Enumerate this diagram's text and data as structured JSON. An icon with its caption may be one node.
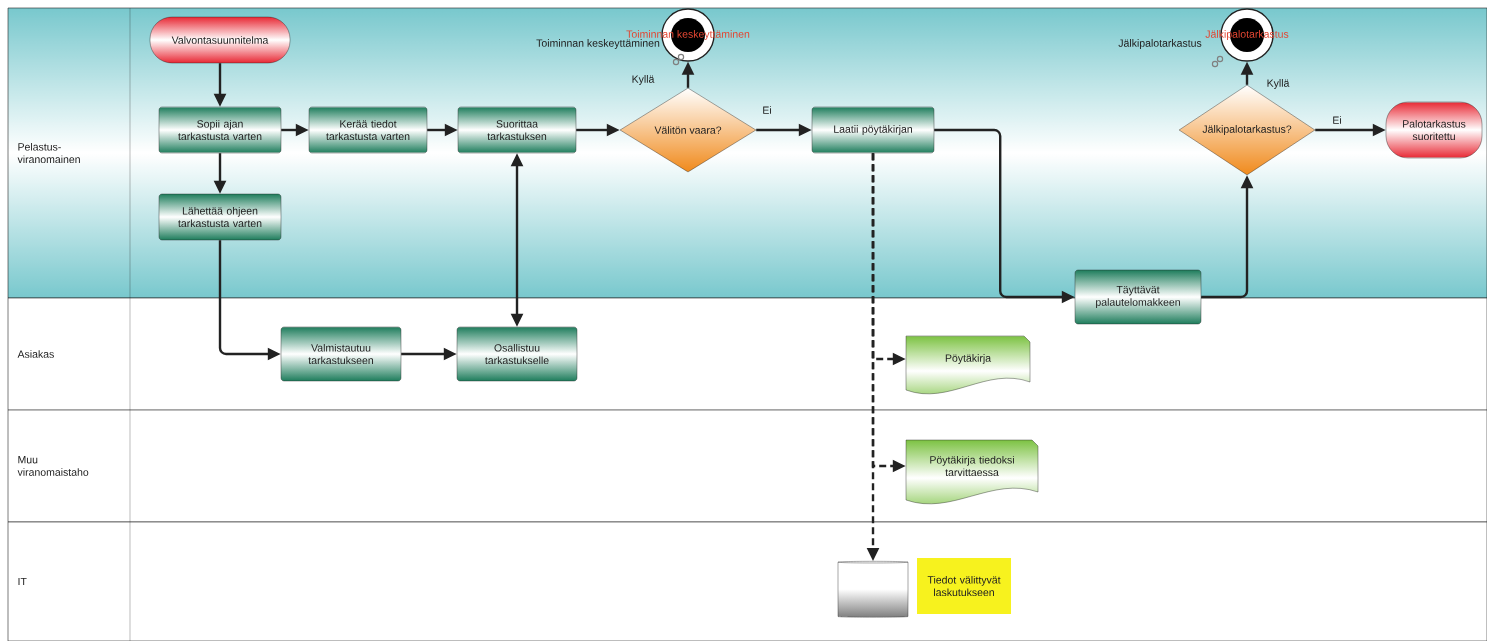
{
  "diagram": {
    "nodes": [
      {
        "text": [
          "Pelastus- viranomainen"
        ]
      },
      {
        "text": [
          "Asiakas"
        ]
      },
      {
        "text": [
          "Muu viranomaistaho"
        ]
      },
      {
        "text": [
          "IT"
        ]
      },
      {
        "text": [
          "Valvontasuunnitelma"
        ],
        "in": 0
      },
      {
        "text": [
          "Sopii ajan tarkastusta varten"
        ],
        "in": 0
      },
      {
        "text": [
          "Lähettää ohjeen tarkastusta varten"
        ],
        "in": 0
      },
      {
        "text": [
          "Kerää tiedot tarkastusta varten"
        ],
        "in": 0
      },
      {
        "text": [
          "Suorittaa tarkastuksen"
        ],
        "in": 0
      },
      {
        "text": [
          "Välitön vaara?"
        ],
        "in": 0
      },
      {
        "text": [
          "Toiminnan keskeyttäminen"
        ],
        "beside": [
          "Toiminnan keskeyttäminen"
        ],
        "in": 0
      },
      {
        "text": [
          "Laatii pöytäkirjan"
        ],
        "in": 0
      },
      {
        "text": [
          "Täyttävät palautelomakkeen"
        ]
      },
      {
        "text": [
          "Jälkipalotarkastus?"
        ],
        "in": 0
      },
      {
        "text": [
          "Jälkipalotarkastus"
        ],
        "beside": [
          "Jälkipalotarkastus"
        ],
        "in": 0
      },
      {
        "text": [
          "Palotarkastus suoritettu"
        ],
        "in": 0
      },
      {
        "text": [
          "Valmistautuu tarkastukseen"
        ],
        "in": 1
      },
      {
        "text": [
          "Osallistuu tarkastukselle"
        ],
        "in": 1
      },
      {
        "text": [
          "Pöytäkirja"
        ],
        "in": 1
      },
      {
        "text": [
          "Pöytäkirja tiedoksi tarvittaessa"
        ],
        "in": 2
      },
      {
        "text": [],
        "shape": "cylinder",
        "in": 3
      },
      {
        "text": [
          "Tiedot välittyvät laskutukseen"
        ],
        "in": 3
      }
    ],
    "edges": [
      {
        "from": 4,
        "to": 5,
        "arrow": "to"
      },
      {
        "from": 5,
        "to": 7,
        "arrow": "to"
      },
      {
        "from": 5,
        "to": 6,
        "arrow": "to"
      },
      {
        "from": 6,
        "to": 16,
        "arrow": "to"
      },
      {
        "from": 16,
        "to": 17,
        "arrow": "to"
      },
      {
        "from": 17,
        "to": 8,
        "arrow": "both"
      },
      {
        "from": 7,
        "to": 8,
        "arrow": "to"
      },
      {
        "from": 8,
        "to": 9,
        "arrow": "to"
      },
      {
        "from": 9,
        "to": 10,
        "arrow": "to",
        "label": "Kyllä"
      },
      {
        "from": 9,
        "to": 11,
        "arrow": "to",
        "label": "Ei"
      },
      {
        "from": 11,
        "to": 12,
        "arrow": "to"
      },
      {
        "from": 12,
        "to": 13,
        "arrow": "to"
      },
      {
        "from": 13,
        "to": 14,
        "arrow": "to",
        "label": "Kyllä"
      },
      {
        "from": 13,
        "to": 15,
        "arrow": "to",
        "label": "Ei"
      },
      {
        "from": 11,
        "to": 18,
        "arrow": "to",
        "style": "dashed"
      },
      {
        "from": 11,
        "to": 19,
        "arrow": "to",
        "style": "dashed"
      },
      {
        "from": 11,
        "to": 20,
        "arrow": "to",
        "style": "dashed"
      }
    ]
  }
}
